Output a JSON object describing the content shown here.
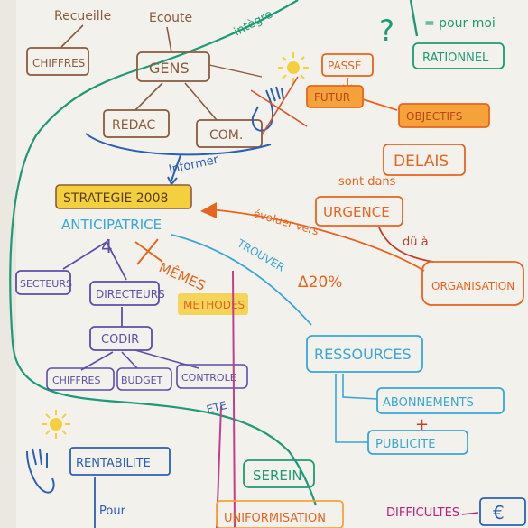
{
  "colors": {
    "brown": "#8b5a3c",
    "orange": "#e8641e",
    "teal": "#1f9a76",
    "blue": "#2b5fb5",
    "cyan": "#3aa6d6",
    "purple": "#5b4fa8",
    "magenta": "#c0408a",
    "highlight_yellow": "#f4d03f",
    "highlight_orange": "#f6a23a"
  },
  "nodes": {
    "recueille": "Recueille",
    "ecoute": "Ecoute",
    "integre": "intègre",
    "question": "?",
    "pour_moi": "= pour moi",
    "rationnel": "RATIONNEL",
    "chiffres_top": "CHIFFRES",
    "gens": "GENS",
    "passe": "PASSÉ",
    "futur": "FUTUR",
    "objectifs": "OBJECTIFS",
    "redac": "REDAC",
    "com": "COM.",
    "informer": "Informer",
    "delais": "DELAIS",
    "sont_dans": "sont dans",
    "urgence": "URGENCE",
    "strategie": "STRATEGIE 2008",
    "anticipatrice": "ANTICIPATRICE",
    "evoluer_vers": "évoluer vers",
    "du_a": "dû à",
    "organisation": "ORGANISATION",
    "memes": "MÊMES",
    "trouver": "TROUVER",
    "delta": "Δ20%",
    "secteurs": "SECTEURS",
    "directeurs": "DIRECTEURS",
    "methodes": "METHODES",
    "codir": "CODIR",
    "ressources": "RESSOURCES",
    "chiffres_bottom": "CHIFFRES",
    "budget": "BUDGET",
    "controle": "CONTROLE",
    "abonnements": "ABONNEMENTS",
    "plus": "+",
    "publicite": "PUBLICITE",
    "ete": "ETE",
    "rentabilite": "RENTABILITE",
    "serein": "SEREIN",
    "pour": "Pour",
    "uniformisation": "UNIFORMISATION",
    "difficultes": "DIFFICULTES",
    "euro": "€"
  }
}
